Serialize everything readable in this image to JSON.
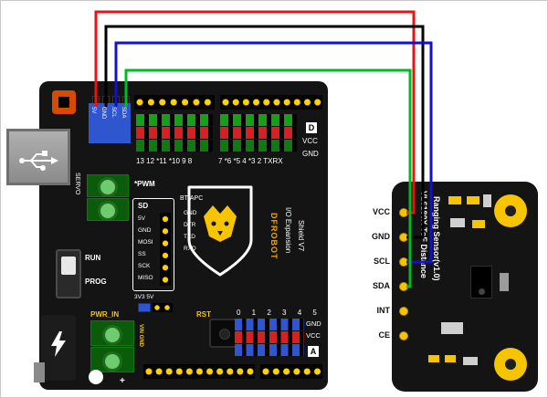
{
  "wires": {
    "red": "#ee1111",
    "black": "#000000",
    "blue": "#1111cc",
    "green": "#00bb22"
  },
  "shield": {
    "i2c_pins": [
      "5V",
      "GND",
      "SCL",
      "SDA"
    ],
    "servo": "SERVO",
    "pwm": "*PWM",
    "digital_left": "13 12 *11 *10 9 8",
    "digital_right": "7 *6 *5 4 *3 2 TXRX",
    "d_box": "D",
    "vcc_top": "VCC",
    "gnd_top": "GND",
    "bt_apc": "BT/APC",
    "sd": "SD",
    "sd_pins": [
      "5V",
      "GND",
      "MOSI",
      "SS",
      "SCK",
      "MISO"
    ],
    "bt_pins": [
      "GND",
      "DTR",
      "TXD",
      "RXD"
    ],
    "jumper": "3V3 5V",
    "run": "RUN",
    "prog": "PROG",
    "pwr_in": "PWR_IN",
    "vin_gnd": "VIN GND",
    "minus": "-",
    "plus": "+",
    "rst": "RST",
    "analog": "0 1 2 3 4 5",
    "gnd_bottom": "GND",
    "vcc_bottom": "VCC",
    "a_box": "A",
    "brand": "DFROBOT",
    "name_line1": "I/O Expansion",
    "name_line2": "Shield V7"
  },
  "sensor": {
    "pins": [
      "VCC",
      "GND",
      "SCL",
      "SDA",
      "INT",
      "CE"
    ],
    "name_line1": "VL6180X ToF Distance",
    "name_line2": "Ranging Sensor(v1.0)"
  }
}
